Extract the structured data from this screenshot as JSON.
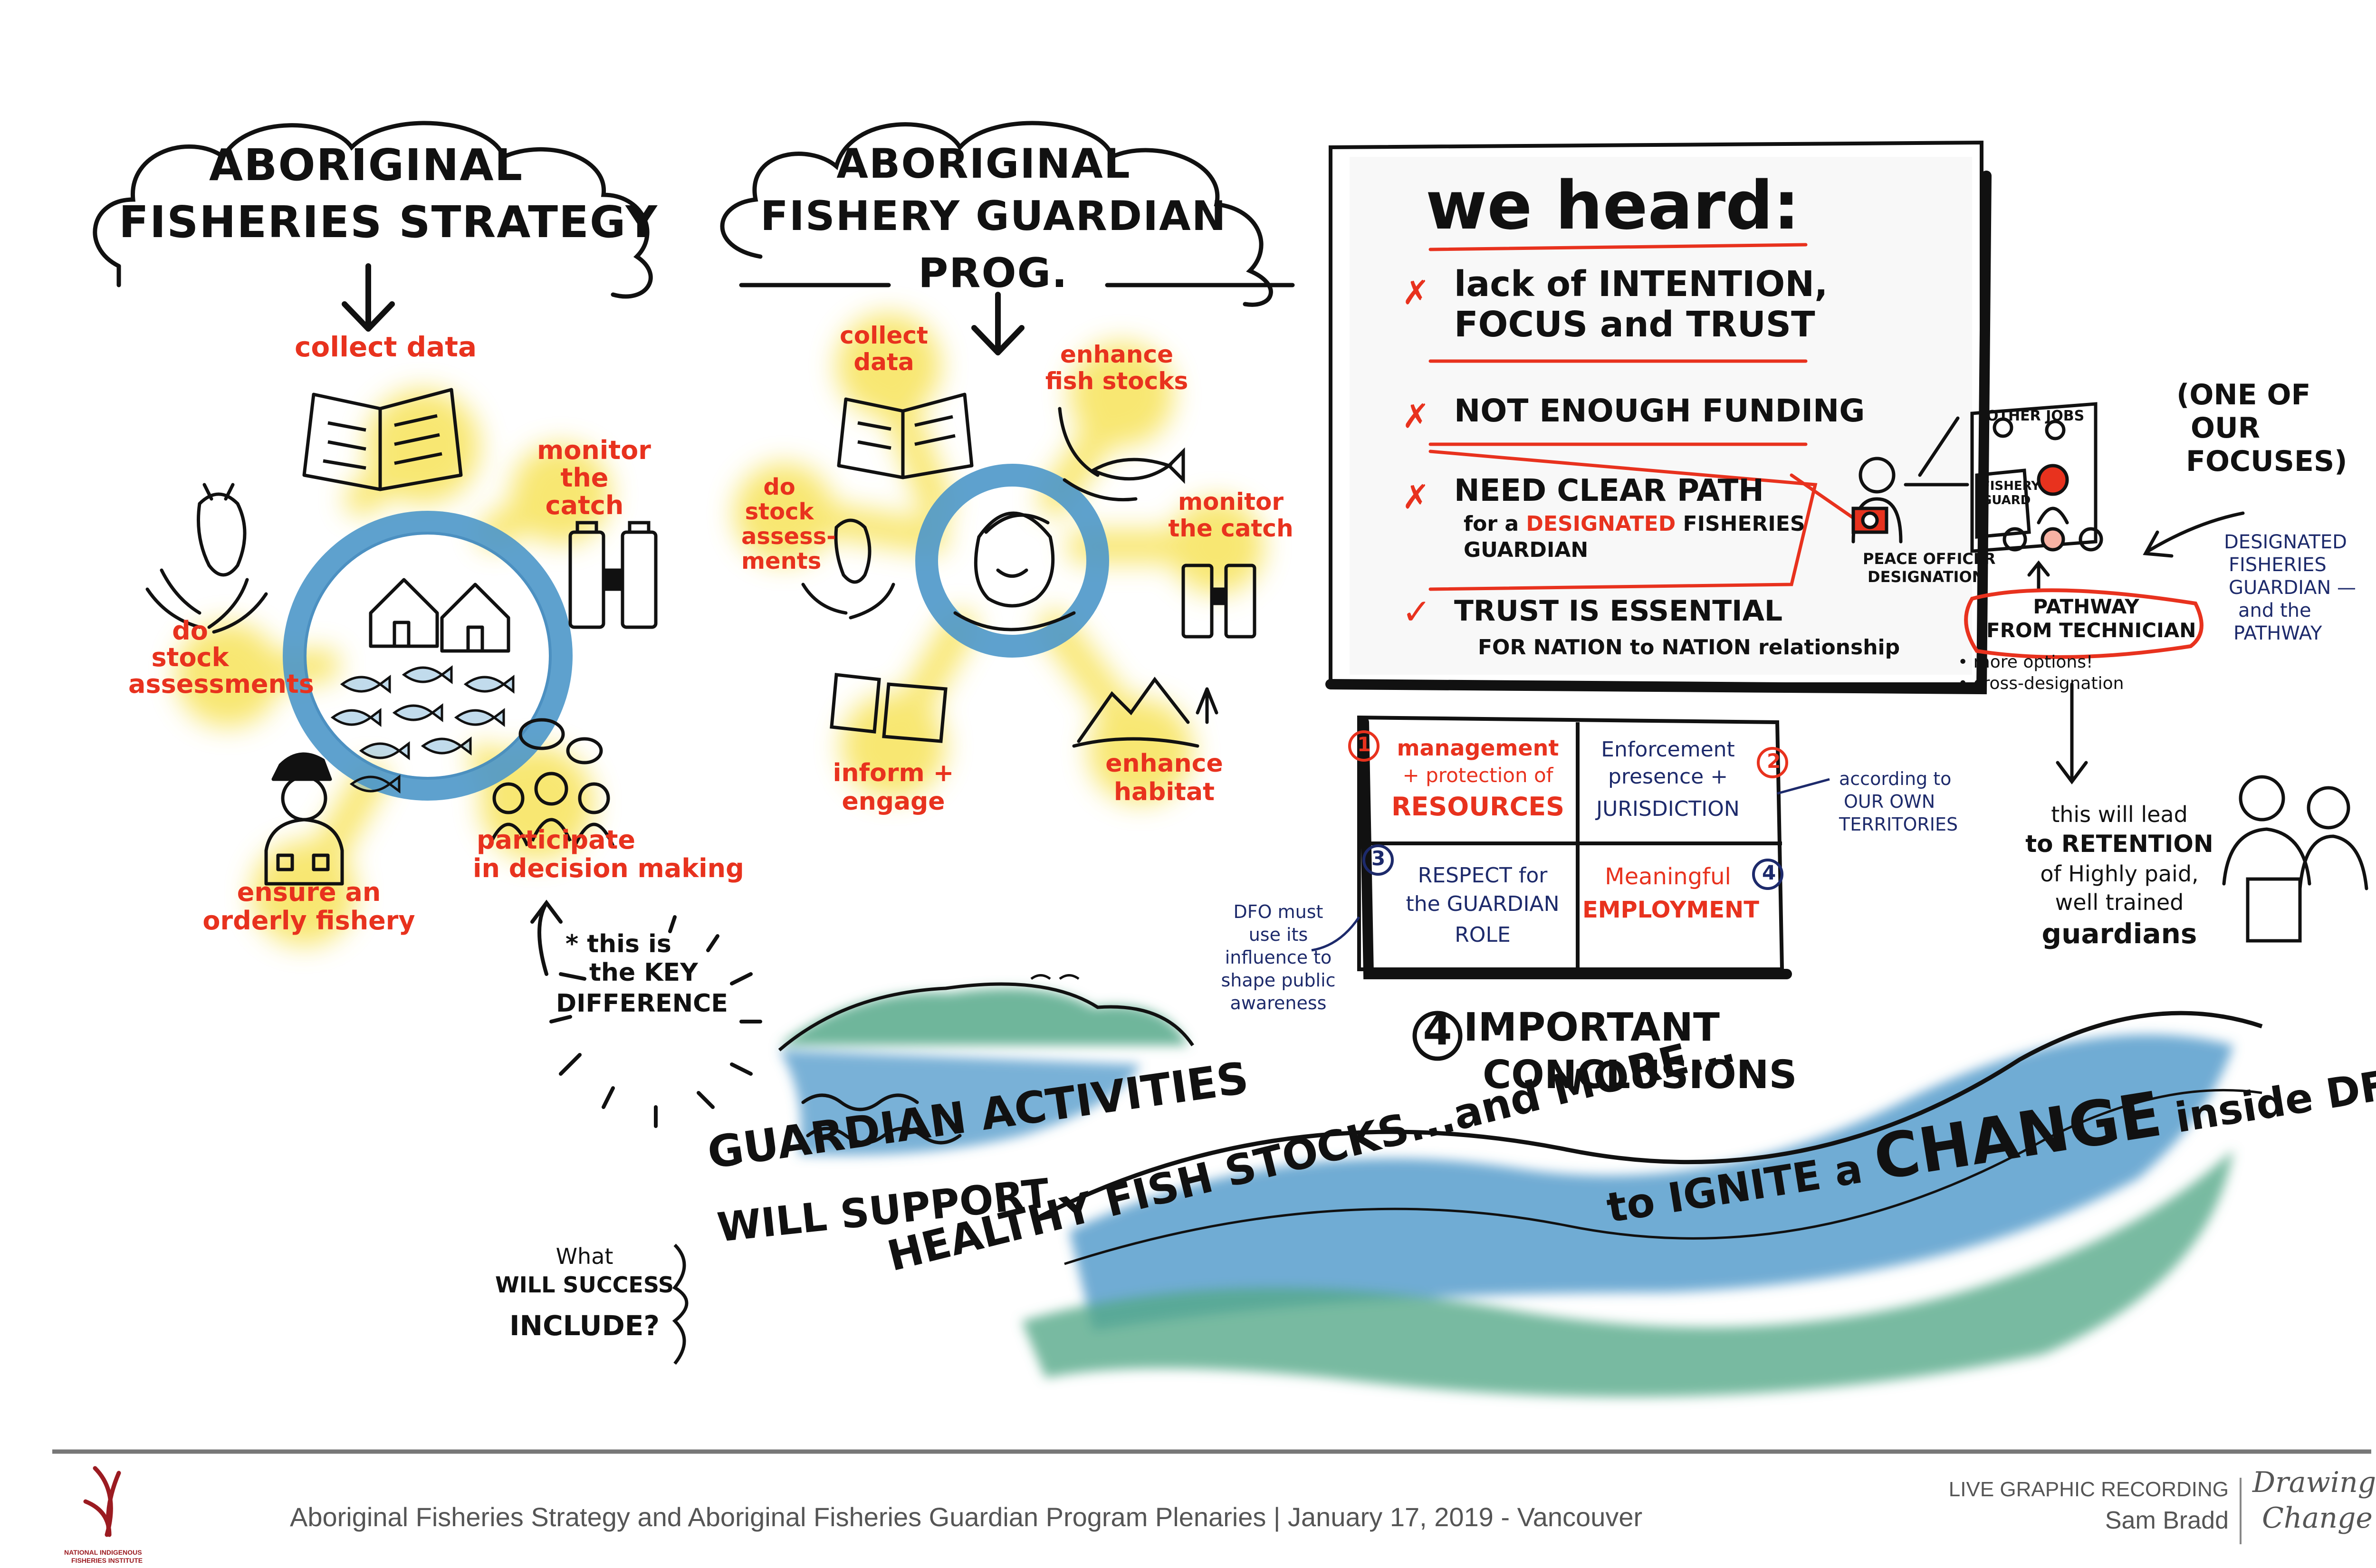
{
  "colors": {
    "ink": "#111111",
    "red": "#e8321e",
    "navy": "#1d2a6b",
    "yellow": "#f7e35a",
    "blue": "#4c97c9",
    "green": "#55a98a",
    "footer_gray": "#555555"
  },
  "strategy": {
    "title_line1": "ABORIGINAL",
    "title_line2": "FISHERIES STRATEGY",
    "spokes": {
      "collect_data": "collect data",
      "monitor_l1": "monitor",
      "monitor_l2": "the",
      "monitor_l3": "catch",
      "stock_l1": "do",
      "stock_l2": "stock",
      "stock_l3": "assessments",
      "orderly_l1": "ensure an",
      "orderly_l2": "orderly fishery",
      "participate_l1": "participate",
      "participate_l2": "in decision making"
    },
    "key_l1": "* this is",
    "key_l2": "the KEY",
    "key_l3": "DIFFERENCE"
  },
  "guardian": {
    "title_line1": "ABORIGINAL",
    "title_line2": "FISHERY GUARDIAN",
    "title_line3": "PROG.",
    "spokes": {
      "collect_l1": "collect",
      "collect_l2": "data",
      "enhance_fish_l1": "enhance",
      "enhance_fish_l2": "fish stocks",
      "stock_l1": "do",
      "stock_l2": "stock",
      "stock_l3": "assess-",
      "stock_l4": "ments",
      "monitor_l1": "monitor",
      "monitor_l2": "the catch",
      "inform_l1": "inform +",
      "inform_l2": "engage",
      "habitat_l1": "enhance",
      "habitat_l2": "habitat"
    }
  },
  "heard": {
    "title": "we heard:",
    "items": [
      {
        "mark": "✗",
        "l1": "lack of INTENTION,",
        "l2": "FOCUS and TRUST"
      },
      {
        "mark": "✗",
        "l1": "NOT ENOUGH FUNDING"
      },
      {
        "mark": "✗",
        "l1": "NEED CLEAR PATH",
        "l2a": "for a ",
        "l2b": "DESIGNATED",
        "l2c": " FISHERIES",
        "l3": "GUARDIAN"
      },
      {
        "mark": "✓",
        "l1": "TRUST IS ESSENTIAL",
        "l2": "FOR NATION to NATION relationship"
      }
    ]
  },
  "pathway": {
    "other_jobs": "OTHER JOBS",
    "fishery_guard_l1": "FISHERY",
    "fishery_guard_l2": "GUARD",
    "peace_l1": "PEACE OFFICER",
    "peace_l2": "DESIGNATION",
    "pathway_l1": "PATHWAY",
    "pathway_l2": "FROM TECHNICIAN",
    "bullet1": "• more options!",
    "bullet2": "• cross-designation",
    "focus_l1": "(ONE OF",
    "focus_l2": "OUR",
    "focus_l3": "FOCUSES)",
    "designated_l1": "DESIGNATED",
    "designated_l2": "FISHERIES",
    "designated_l3": "GUARDIAN —",
    "designated_l4": "and the",
    "designated_l5": "PATHWAY",
    "retention_l1": "this will lead",
    "retention_l2": "to RETENTION",
    "retention_l3": "of Highly paid,",
    "retention_l4": "well trained",
    "retention_l5": "guardians"
  },
  "conclusions": {
    "cells": [
      {
        "num": "1",
        "l1": "management",
        "l2": "+ protection of",
        "l3": "RESOURCES"
      },
      {
        "num": "2",
        "l1": "Enforcement",
        "l2": "presence +",
        "l3": "JURISDICTION"
      },
      {
        "num": "3",
        "l1": "RESPECT for",
        "l2": "the GUARDIAN",
        "l3": "ROLE"
      },
      {
        "num": "4",
        "l1": "Meaningful",
        "l2": "EMPLOYMENT"
      }
    ],
    "territories_l1": "according to",
    "territories_l2": "OUR OWN",
    "territories_l3": "TERRITORIES",
    "dfo_l1": "DFO must",
    "dfo_l2": "use its",
    "dfo_l3": "influence to",
    "dfo_l4": "shape public",
    "dfo_l5": "awareness",
    "title_num": "4",
    "title_l1": "IMPORTANT",
    "title_l2": "CONCLUSIONS"
  },
  "bottom": {
    "success_l1": "What",
    "success_l2": "WILL SUCCESS",
    "success_l3": "INCLUDE?",
    "activities_l1": "GUARDIAN ACTIVITIES",
    "activities_l2": "WILL SUPPORT",
    "healthy": "HEALTHY FISH STOCKS...and MORE...",
    "ignite_a": "to IGNITE a ",
    "ignite_b": "CHANGE",
    "ignite_c": " inside DFO"
  },
  "footer": {
    "caption": "Aboriginal Fisheries Strategy and Aboriginal Fisheries Guardian Program Plenaries | January 17, 2019 - Vancouver",
    "live": "LIVE GRAPHIC RECORDING",
    "artist": "Sam Bradd",
    "brand_l1": "Drawing",
    "brand_l2": "Change",
    "logo_l1": "NATIONAL INDIGENOUS",
    "logo_l2": "FISHERIES INSTITUTE"
  }
}
